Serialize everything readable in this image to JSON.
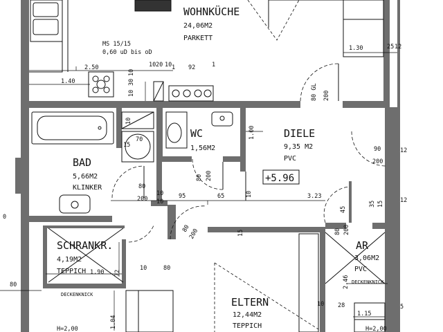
{
  "rooms": {
    "wohnkueche": {
      "name": "WOHNKÜCHE",
      "area": "24,06M2",
      "floor": "PARKETT"
    },
    "bad": {
      "name": "BAD",
      "area": "5,66M2",
      "floor": "KLINKER"
    },
    "wc": {
      "name": "WC",
      "area": "1,56M2"
    },
    "diele": {
      "name": "DIELE",
      "area": "9,35 M2",
      "floor": "PVC"
    },
    "schrankr": {
      "name": "SCHRANKR.",
      "area": "4,19M2",
      "floor": "TEPPICH"
    },
    "ar": {
      "name": "AR",
      "area": "3,06M2",
      "floor": "PVC"
    },
    "eltern": {
      "name": "ELTERN",
      "area": "12,44M2",
      "floor": "TEPPICH"
    }
  },
  "level_marker": "+5.96",
  "notes": {
    "ms": "MS 15/15",
    "ms_sub": "0,60 uD bis oD",
    "deckenknick_1": "DECKENKNICK",
    "deckenknick_2": "DECKENKNICK",
    "h_note": "H=2,00",
    "h_note2": "H=2,00"
  },
  "dims": {
    "d_2_50": "2.50",
    "d_1_40": "1.40",
    "d_10a": "10",
    "d_20": "20",
    "d_10b": "10",
    "d_1a": "1",
    "d_92": "92",
    "d_1b": "1",
    "d_1_30": "1.30",
    "d_25": "25",
    "d_12": "12",
    "d_80gl": "80 GL",
    "d_200a": "200",
    "d_90": "90",
    "d_200b": "200",
    "d_10c": "10",
    "d_30": "30",
    "d_10d": "10",
    "d_1_00": "1.00",
    "d_80a": "80",
    "d_200c": "200",
    "d_80b": "80",
    "d_10e": "10",
    "d_200d": "200",
    "d_10f": "10",
    "d_95": "95",
    "d_65": "65",
    "d_10g": "10",
    "d_3_23": "3.23",
    "d_45": "45",
    "d_35": "35",
    "d_15": "15",
    "d_80c": "80",
    "d_200e": "200",
    "d_80d": "80",
    "d_200f": "200",
    "d_1_90": "1.90",
    "d_72": "72",
    "d_10h": "10",
    "d_80e": "80",
    "d_2_46": "2.46",
    "d_1_04": "1.04",
    "d_10i": "10",
    "d_28": "28",
    "d_1_15": "1.15",
    "d_15b": "15",
    "d_80f": "80",
    "d_0": "0",
    "d_80g": "80",
    "d_70": "70",
    "d_15c": "15",
    "d_10j": "10",
    "d_12b": "12",
    "d_12c": "12",
    "d_5": "5"
  }
}
